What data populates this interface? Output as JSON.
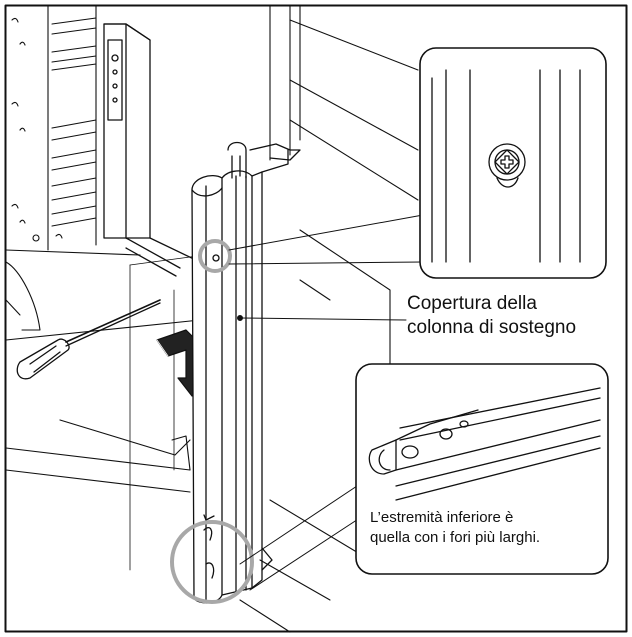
{
  "callouts": {
    "support_cover_line1": "Copertura della",
    "support_cover_line2": "colonna di sostegno",
    "lower_end_line1": "L’estremità inferiore è",
    "lower_end_line2": "quella con i fori più larghi."
  },
  "colors": {
    "line": "#111111",
    "highlight": "#a8a8a8",
    "background": "#ffffff"
  },
  "icons": {
    "screw": "phillips-screw-icon",
    "tool": "screwdriver-icon",
    "direction": "down-arrow-icon"
  }
}
